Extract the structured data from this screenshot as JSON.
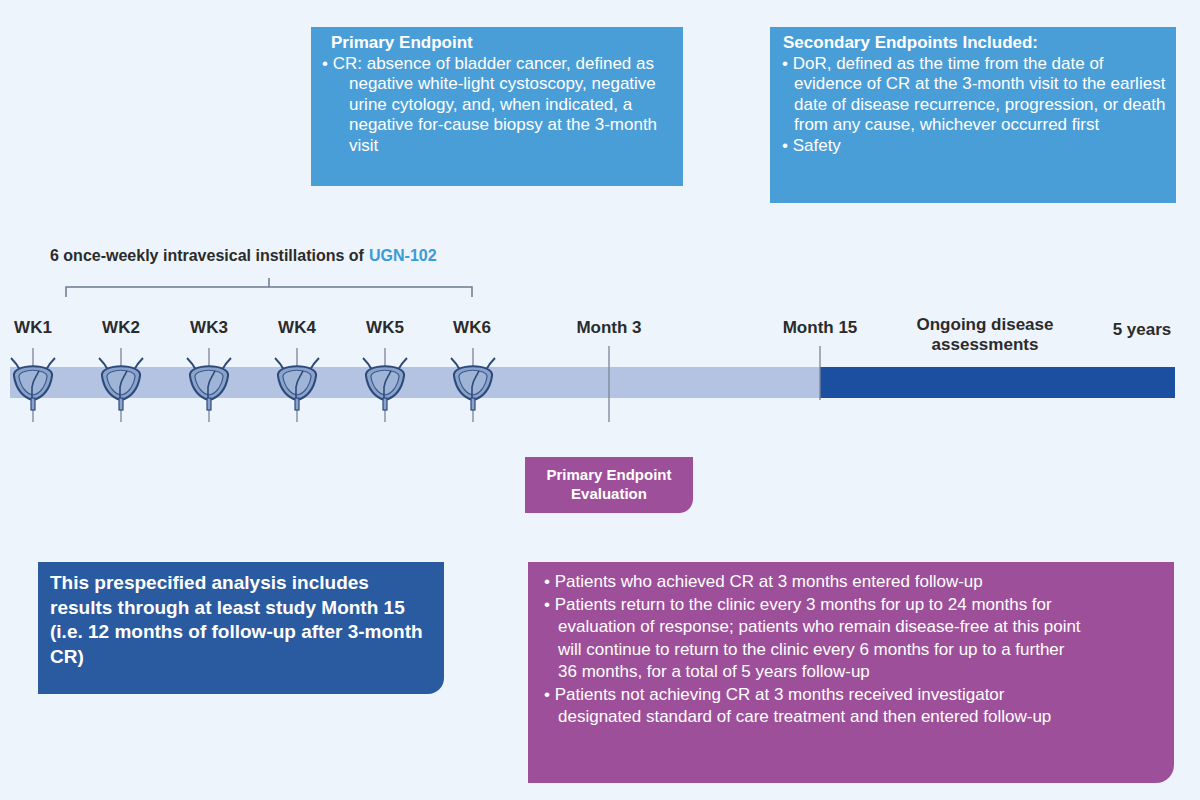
{
  "diagram": {
    "nodes": [
      {
        "text": [
          "Primary Endpoint",
          "• CR: absence of bladder cancer, defined as negative white-light cystoscopy, negative urine cytology, and, when indicated, a negative for-cause biopsy at the 3-month visit"
        ]
      },
      {
        "text": [
          "Secondary Endpoints Included:",
          "• DoR, defined as the time from the date of evidence of CR at the 3-month visit to the earliest date of disease recurrence, progression, or death from any cause, whichever occurred first",
          "• Safety"
        ]
      },
      {
        "text": [
          "Primary Endpoint Evaluation"
        ]
      },
      {
        "text": [
          "This prespecified analysis includes results through at least study Month 15 (i.e. 12 months of follow-up after 3-month CR)"
        ]
      },
      {
        "text": [
          "• Patients who achieved CR at 3 months entered follow-up",
          "• Patients return to the clinic every 3 months for up to 24 months for evaluation of response; patients who remain disease-free at this point will continue to return to the clinic every 6 months for up to a further 36 months, for a total of 5 years follow-up",
          "• Patients not achieving CR at 3 months received investigator designated standard of care treatment and then entered follow-up"
        ]
      }
    ],
    "labels": [
      "6 once-weekly intravesical instillations of",
      "UGN-102",
      "WK1",
      "WK2",
      "WK3",
      "WK4",
      "WK5",
      "WK6",
      "Month 3",
      "Month 15",
      "Ongoing disease assessments",
      "5 years"
    ]
  }
}
